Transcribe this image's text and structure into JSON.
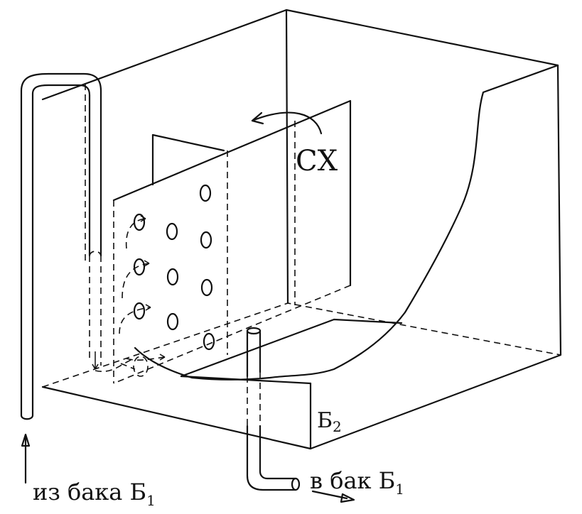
{
  "labels": {
    "separator": "СХ",
    "tank": "Б",
    "tank_sub": "2",
    "inlet_text": "из бака Б",
    "inlet_sub": "1",
    "outlet_text": "в бак Б",
    "outlet_sub": "1"
  },
  "colors": {
    "ink": "#111111",
    "background": "#ffffff"
  }
}
